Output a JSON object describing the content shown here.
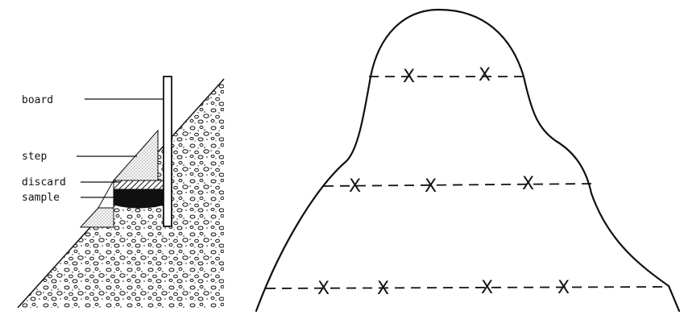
{
  "left_diagram": {
    "labels": {
      "board": "board",
      "step": "step",
      "discard": "discard",
      "sample": "sample"
    }
  },
  "right_diagram": {
    "mark_symbol": "X",
    "rows": [
      {
        "marks": 2
      },
      {
        "marks": 3
      },
      {
        "marks": 4
      }
    ]
  }
}
